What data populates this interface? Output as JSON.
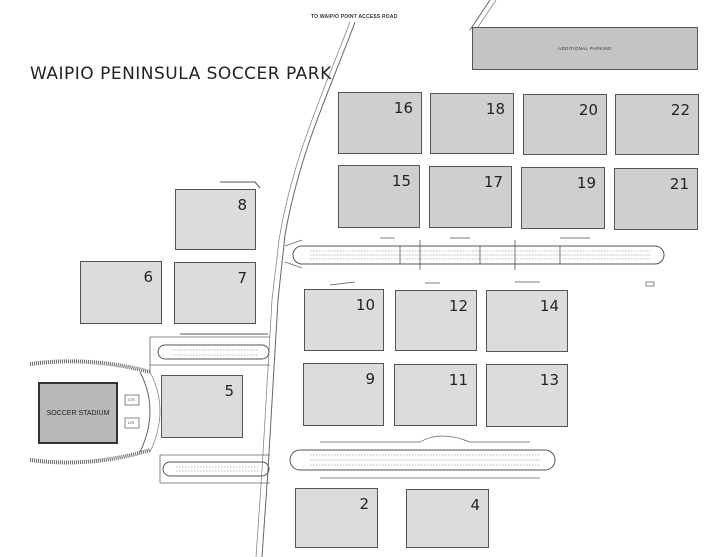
{
  "title": "WAIPIO PENINSULA SOCCER PARK",
  "access_road_label": "TO WAIPIO POINT ACCESS ROAD",
  "additional_parking_label": "ADDITIONAL PARKING",
  "stadium_label": "SOCCER STADIUM",
  "stadium_side_labels": [
    "C/S",
    "L/R"
  ],
  "fields": {
    "f2": "2",
    "f4": "4",
    "f5": "5",
    "f6": "6",
    "f7": "7",
    "f8": "8",
    "f9": "9",
    "f10": "10",
    "f11": "11",
    "f12": "12",
    "f13": "13",
    "f14": "14",
    "f15": "15",
    "f16": "16",
    "f17": "17",
    "f18": "18",
    "f19": "19",
    "f20": "20",
    "f21": "21",
    "f22": "22"
  },
  "colors": {
    "field": "#cfcfcf",
    "stadium": "#b8b8b8",
    "outline": "#555555"
  }
}
